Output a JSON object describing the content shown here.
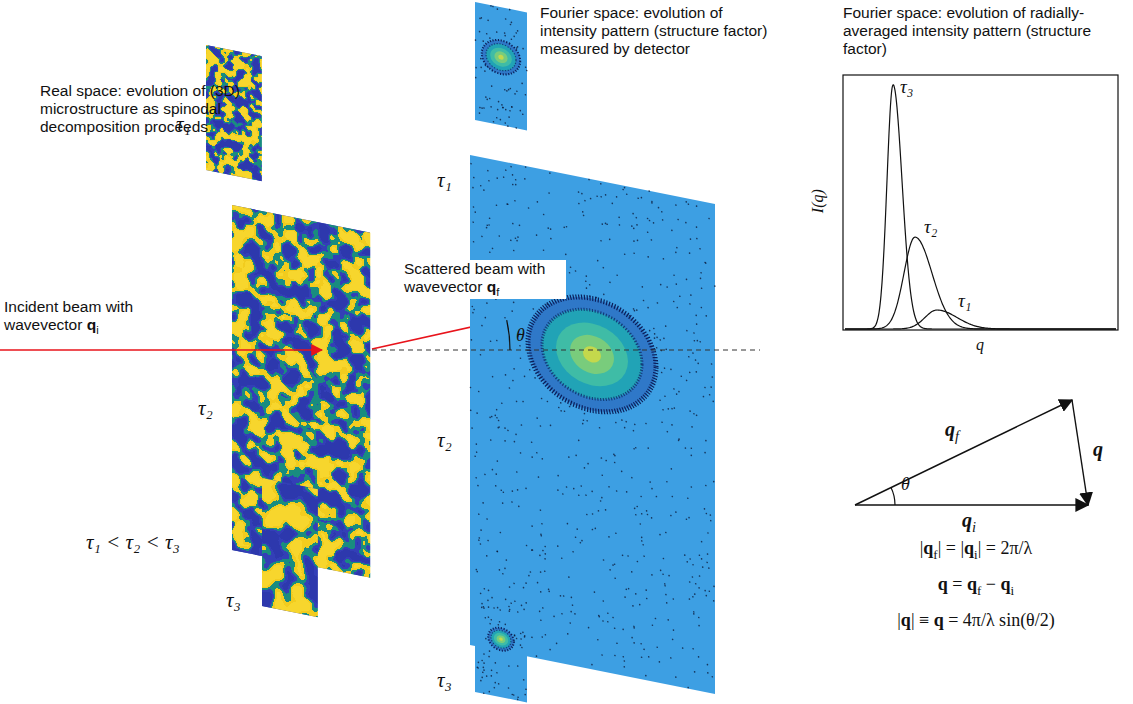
{
  "diagram": {
    "labels": [
      "Real space: evolution of (3D) microstructure as spinodal decomposition proceeds",
      "Fourier space: evolution of intensity pattern (structure factor) measured by detector",
      "Fourier space: evolution of radially-averaged intensity pattern (structure factor)",
      "τ₁",
      "τ₂",
      "τ₃",
      "τ₁ < τ₂ < τ₃",
      "Incident beam with wavevector qi",
      "Scattered beam with wavevector qf",
      "θ",
      "τ₁",
      "τ₂",
      "τ₃",
      "τ₃",
      "τ₂",
      "τ₁",
      "I(q)",
      "q",
      "qf",
      "q",
      "θ",
      "qi",
      "|qf| = |qi| = 2π/λ",
      "q = qf − qi",
      "|q| ≡ q = 4π/λ sin(θ/2)"
    ]
  }
}
